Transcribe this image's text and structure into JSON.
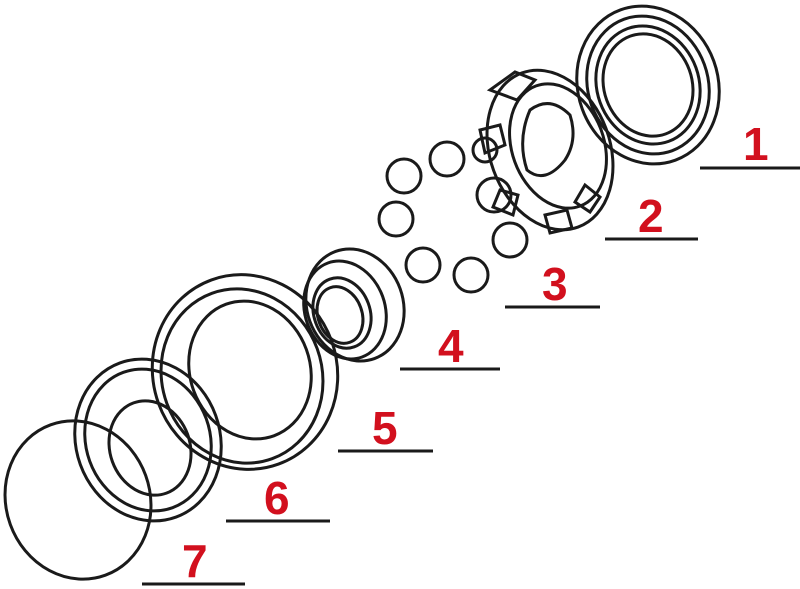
{
  "colors": {
    "label": "#d2101e",
    "line": "#1a1a1a",
    "background": "#ffffff"
  },
  "labels": [
    {
      "id": "1",
      "text": "1"
    },
    {
      "id": "2",
      "text": "2"
    },
    {
      "id": "3",
      "text": "3"
    },
    {
      "id": "4",
      "text": "4"
    },
    {
      "id": "5",
      "text": "5"
    },
    {
      "id": "6",
      "text": "6"
    },
    {
      "id": "7",
      "text": "7"
    }
  ]
}
